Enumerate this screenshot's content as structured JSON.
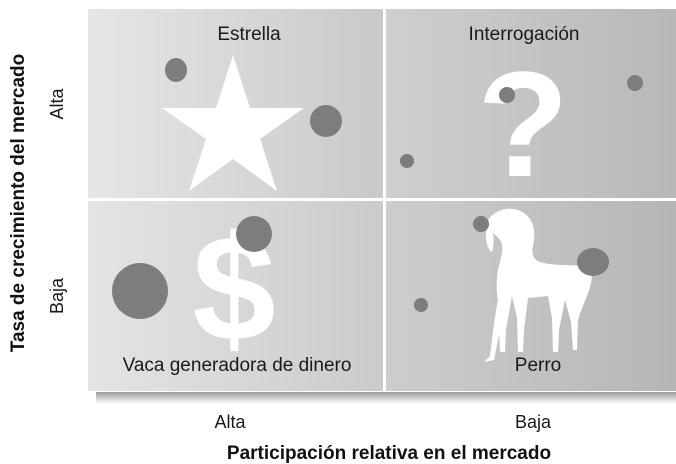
{
  "quadrants": {
    "top_left": {
      "label": "Estrella",
      "symbol": "star"
    },
    "top_right": {
      "label": "Interrogación",
      "symbol": "?"
    },
    "bottom_left": {
      "label": "Vaca generadora de dinero",
      "symbol": "$"
    },
    "bottom_right": {
      "label": "Perro",
      "symbol": "dog"
    }
  },
  "axes": {
    "x_title": "Participación relativa en el mercado",
    "x_ticks": [
      "Alta",
      "Baja"
    ],
    "y_title": "Tasa de crecimiento del mercado",
    "y_ticks": [
      "Alta",
      "Baja"
    ]
  },
  "colors": {
    "panel_light": "#e6e6e6",
    "panel_dark": "#bdbdbd",
    "divider": "#ffffff",
    "bubble": "#7a7a7a",
    "symbol": "#ffffff"
  }
}
